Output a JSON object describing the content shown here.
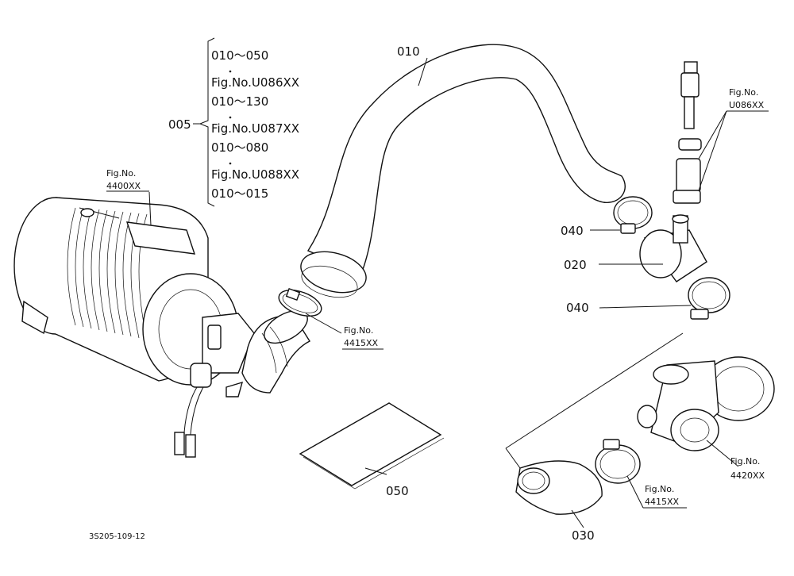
{
  "parts": {
    "p005": "005",
    "p010": "010",
    "p020": "020",
    "p030": "030",
    "p040a": "040",
    "p040b": "040",
    "p050": "050"
  },
  "ranges": [
    {
      "range": "010～050",
      "fig": "Fig.No.U086XX"
    },
    {
      "range": "010～130",
      "fig": "Fig.No.U087XX"
    },
    {
      "range": "010～080",
      "fig": "Fig.No.U088XX"
    },
    {
      "range": "010～015",
      "fig": ""
    }
  ],
  "refs": {
    "air_cleaner": {
      "line1": "Fig.No.",
      "line2": "4400XX"
    },
    "clamp_left": {
      "line1": "Fig.No.",
      "line2": "4415XX"
    },
    "sensor": {
      "line1": "Fig.No.",
      "line2": "U086XX"
    },
    "turbo": {
      "line1": "Fig.No.",
      "line2": "4420XX"
    },
    "clamp_bottom": {
      "line1": "Fig.No.",
      "line2": "4415XX"
    }
  },
  "footer": "3S205-109-12"
}
